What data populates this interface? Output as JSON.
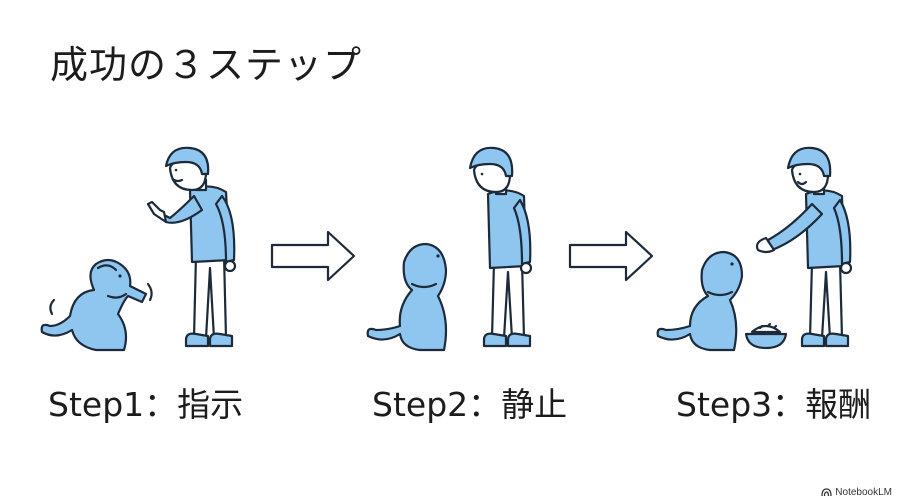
{
  "title": "成功の３ステップ",
  "steps": [
    {
      "label": "Step1：指示"
    },
    {
      "label": "Step2：静止"
    },
    {
      "label": "Step3：報酬"
    }
  ],
  "brand": {
    "name": "NotebookLM",
    "icon": "notebooklm-logo-icon"
  },
  "colors": {
    "figure_fill": "#8ec6f0",
    "skin": "#ffffff",
    "outline": "#1c2a3a",
    "background": "#ffffff"
  },
  "icons": [
    "pointing-person-icon",
    "waving-dog-icon",
    "arrow-right-icon",
    "standing-person-icon",
    "sitting-dog-icon",
    "treat-giving-person-icon",
    "food-bowl-icon"
  ]
}
